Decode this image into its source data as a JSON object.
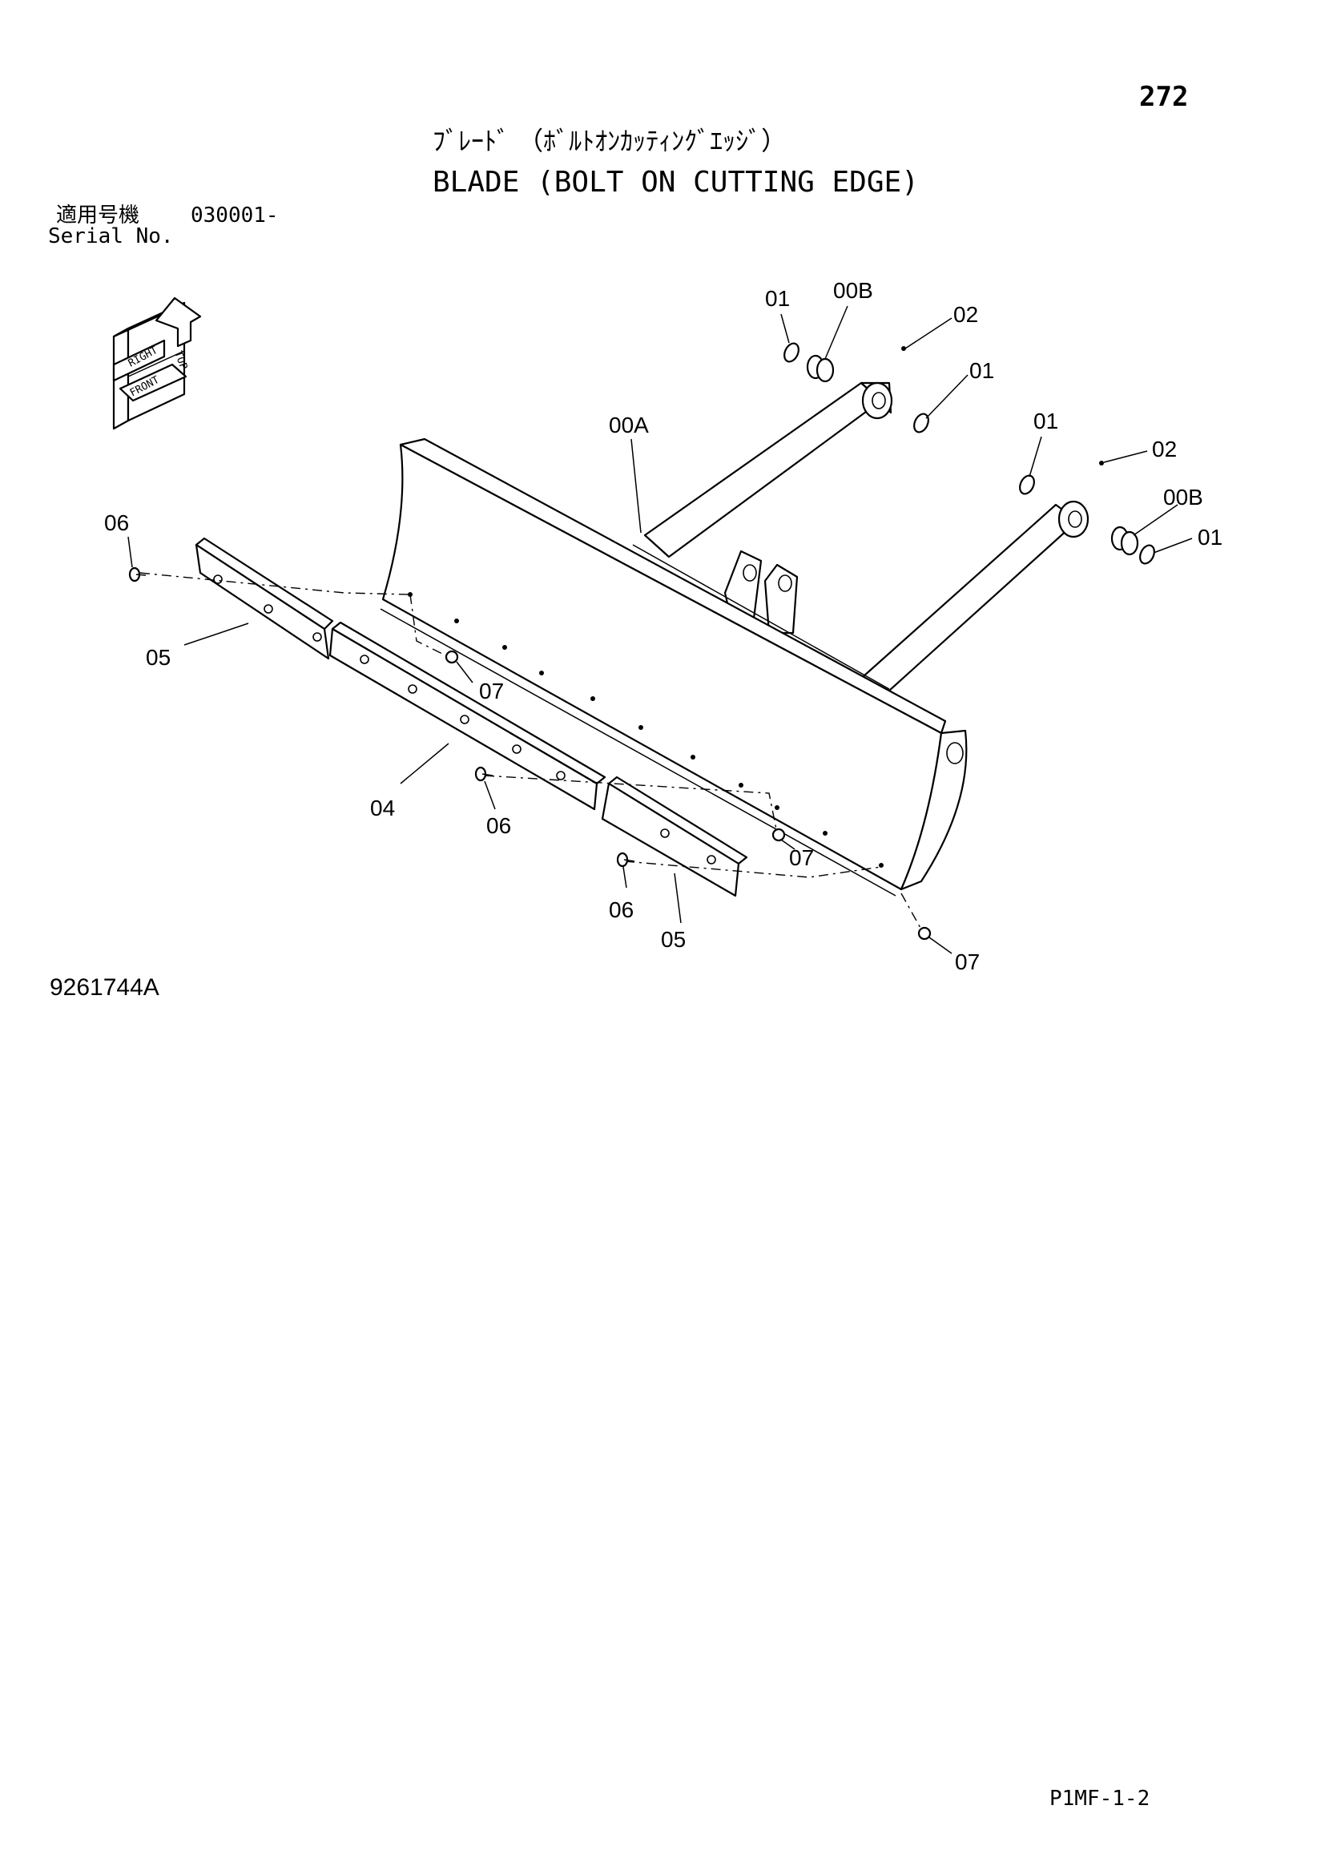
{
  "page_number": "272",
  "title_jp": "ﾌﾞﾚｰﾄﾞ （ﾎﾞﾙﾄｵﾝｶｯﾃｨﾝｸﾞｴｯｼﾞ）",
  "title_en": "BLADE (BOLT ON CUTTING EDGE)",
  "serial": {
    "label_jp": "適用号機",
    "number": "030001-",
    "label_en": "Serial No."
  },
  "orientation_labels": {
    "top": "TOP",
    "right": "RIGHT",
    "front": "FRONT"
  },
  "callouts": {
    "c01a": "01",
    "c00b_a": "00B",
    "c02a": "02",
    "c01b": "01",
    "c00a": "00A",
    "c01c": "01",
    "c02b": "02",
    "c00b_b": "00B",
    "c01d": "01",
    "c06a": "06",
    "c05a": "05",
    "c07a": "07",
    "c04": "04",
    "c06b": "06",
    "c07b": "07",
    "c06c": "06",
    "c05b": "05",
    "c07c": "07"
  },
  "drawing_reference": "9261744A",
  "footer_code": "P1MF-1-2"
}
